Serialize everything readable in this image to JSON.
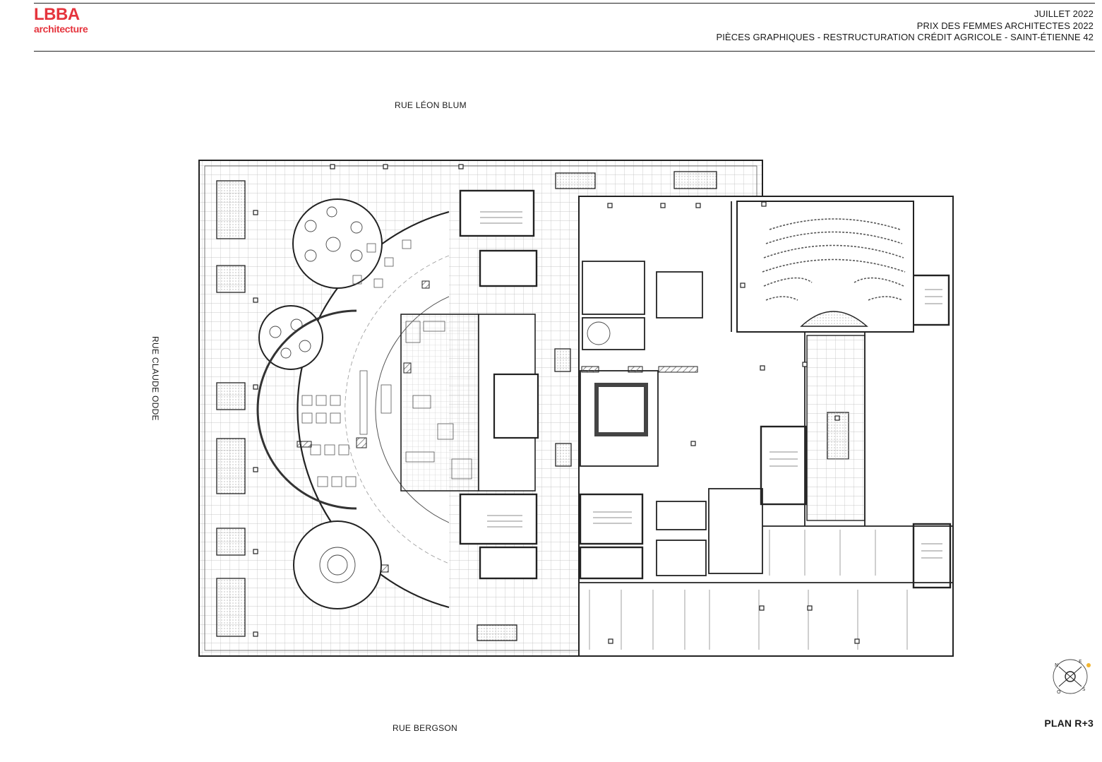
{
  "logo": {
    "main": "LBBA",
    "sub": "architecture"
  },
  "header": {
    "line1": "JUILLET 2022",
    "line2": "PRIX DES FEMMES ARCHITECTES 2022",
    "line3": "PIÈCES GRAPHIQUES - RESTRUCTURATION CRÉDIT AGRICOLE - SAINT-ÉTIENNE 42"
  },
  "streets": {
    "north": "RUE LÉON BLUM",
    "west": "RUE CLAUDE ODDE",
    "south": "RUE BERGSON"
  },
  "plan_label": "PLAN R+3",
  "colors": {
    "brand": "#e5343d",
    "ink": "#1a1a1a",
    "grid": "#b9b9b9",
    "sun": "#f2b632"
  },
  "compass": {
    "letters": [
      "N",
      "E",
      "S",
      "O"
    ]
  }
}
